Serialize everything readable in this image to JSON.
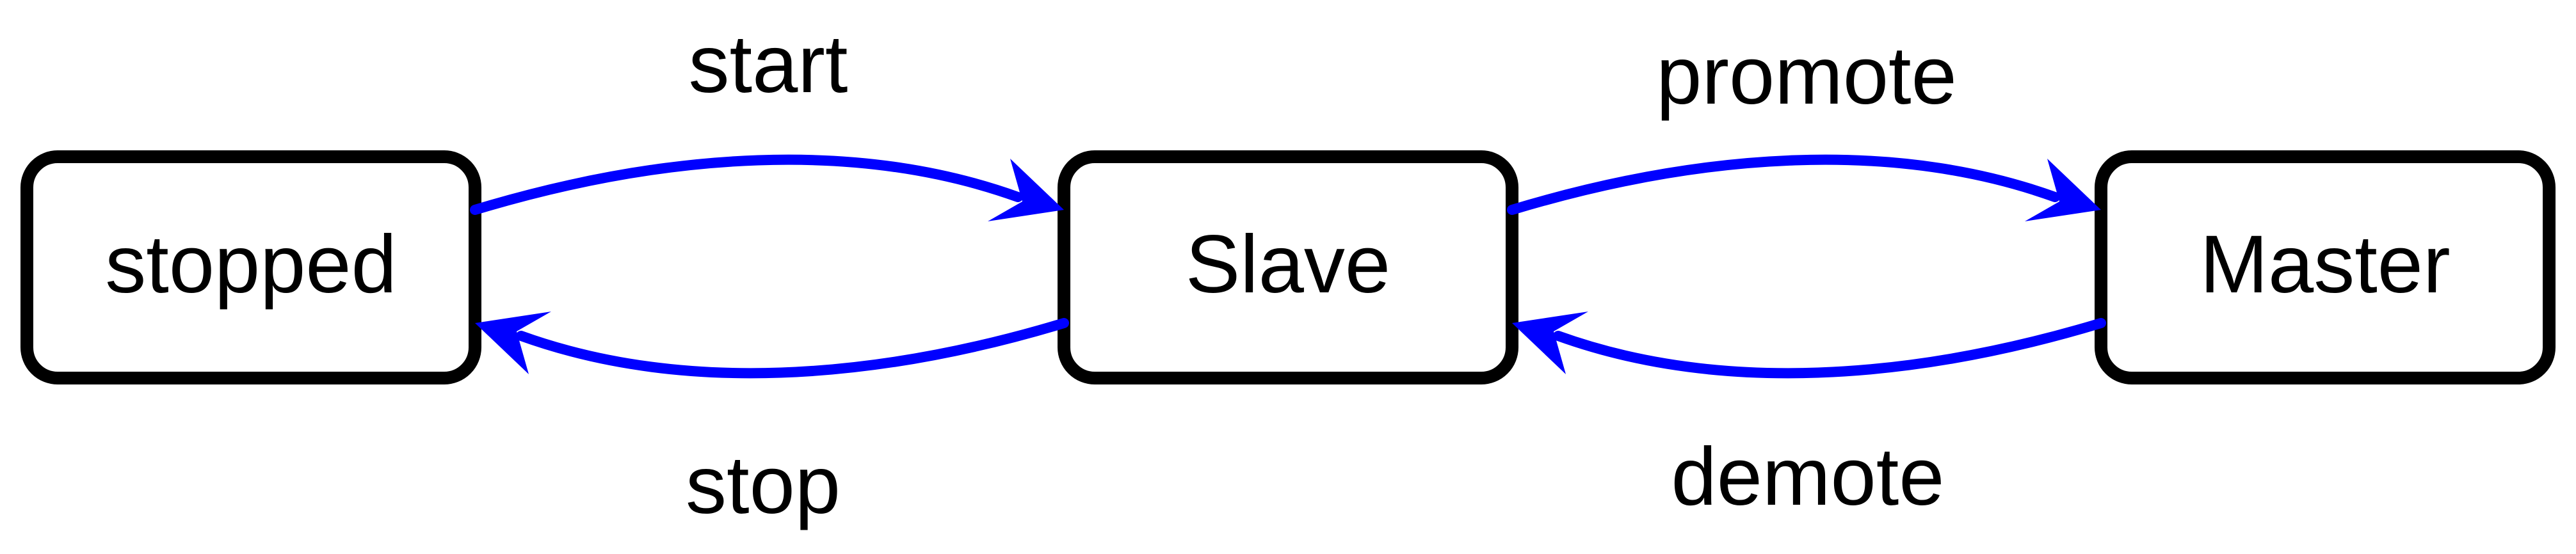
{
  "diagram": {
    "colors": {
      "edge": "#0000ff",
      "box_border": "#000000",
      "text": "#000000",
      "background": "#ffffff"
    },
    "states": {
      "stopped": "stopped",
      "slave": "Slave",
      "master": "Master"
    },
    "transitions": {
      "start": "start",
      "stop": "stop",
      "promote": "promote",
      "demote": "demote"
    }
  }
}
